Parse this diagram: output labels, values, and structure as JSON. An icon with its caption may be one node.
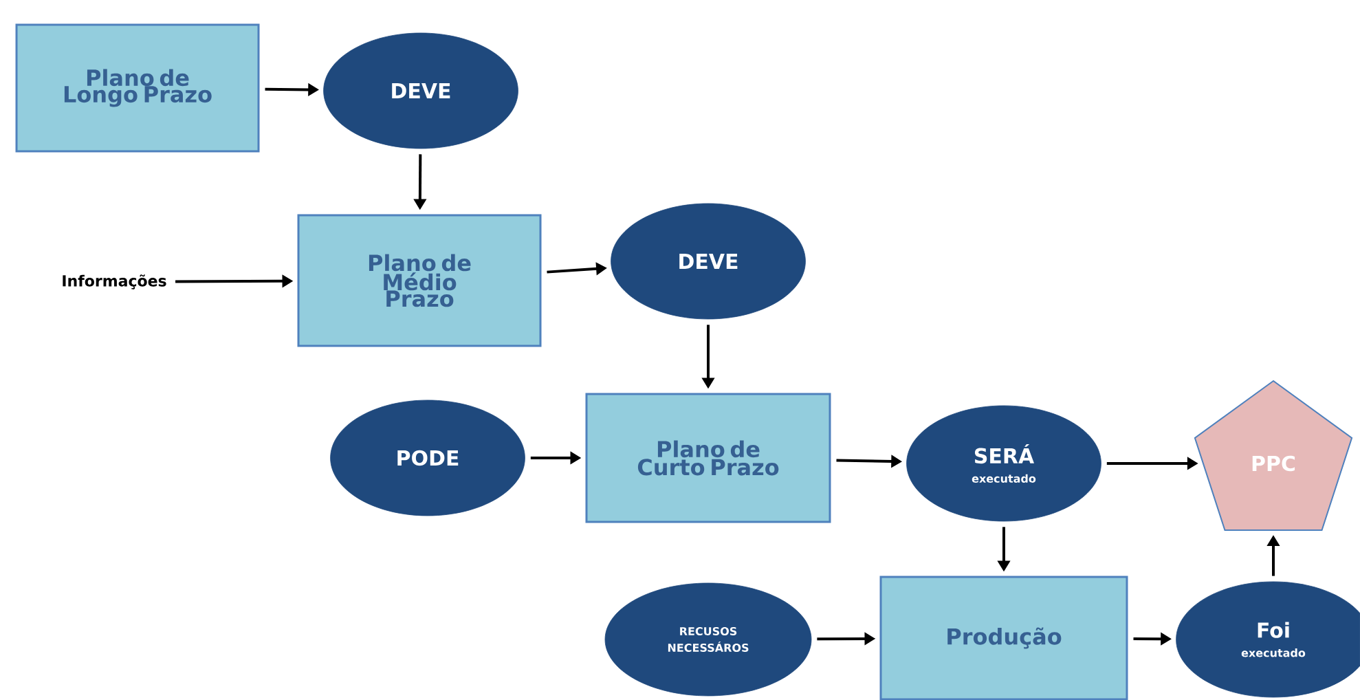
{
  "diagram": {
    "nodes": [
      {
        "text": [
          "Plano de Longo Prazo"
        ]
      },
      {
        "text": [
          "DEVE"
        ]
      },
      {
        "text": [
          "Plano de Médio Prazo"
        ]
      },
      {
        "text": [
          "Informações"
        ]
      },
      {
        "text": [
          "DEVE"
        ]
      },
      {
        "text": [
          "PODE"
        ]
      },
      {
        "text": [
          "Plano de Curto Prazo"
        ]
      },
      {
        "text": [
          "SERÁ",
          "executado"
        ]
      },
      {
        "text": [
          "PPC"
        ]
      },
      {
        "text": [
          "RECUSOS NECESSÁROS"
        ]
      },
      {
        "text": [
          "Produção"
        ]
      },
      {
        "text": [
          "Foi",
          "executado"
        ]
      }
    ],
    "edges": [
      {
        "from": 0,
        "to": 1,
        "arrow": "to"
      },
      {
        "from": 1,
        "to": 2,
        "arrow": "to"
      },
      {
        "from": 3,
        "to": 2,
        "arrow": "to"
      },
      {
        "from": 2,
        "to": 4,
        "arrow": "to"
      },
      {
        "from": 4,
        "to": 6,
        "arrow": "to"
      },
      {
        "from": 5,
        "to": 6,
        "arrow": "to"
      },
      {
        "from": 6,
        "to": 7,
        "arrow": "to"
      },
      {
        "from": 7,
        "to": 8,
        "arrow": "to"
      },
      {
        "from": 7,
        "to": 10,
        "arrow": "to"
      },
      {
        "from": 9,
        "to": 10,
        "arrow": "to"
      },
      {
        "from": 10,
        "to": 11,
        "arrow": "to"
      },
      {
        "from": 11,
        "to": 8,
        "arrow": "to"
      }
    ]
  }
}
